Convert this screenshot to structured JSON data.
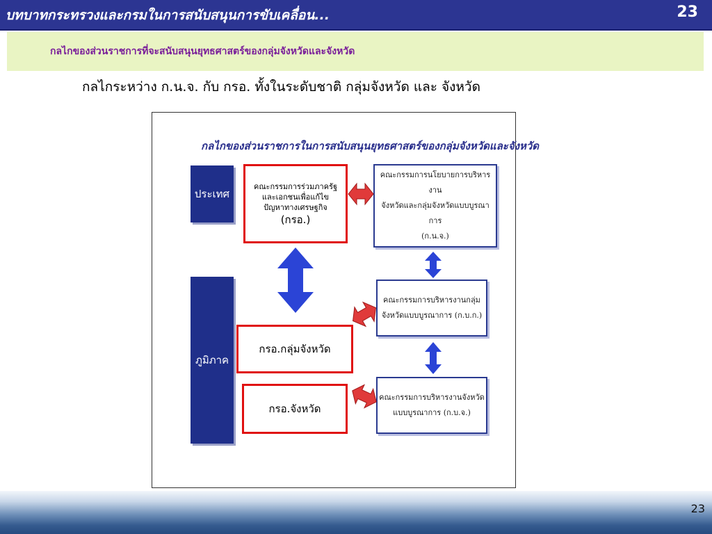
{
  "slide": {
    "header_title": "บทบาทกระทรวงและกรมในการสนับสนุนการขับเคลื่อน...",
    "header_page": "23",
    "subtitle": "กลไกของส่วนราชการที่จะสนับสนุนยุทธศาสตร์ของกลุ่มจังหวัดและจังหวัด",
    "heading": "กลไกระหว่าง ก.น.จ. กับ กรอ. ทั้งในระดับชาติ กลุ่มจังหวัด และ จังหวัด",
    "footer_page": "23"
  },
  "diagram": {
    "title": "กลไกของส่วนราชการในการสนับสนุนยุทธศาสตร์ของกลุ่มจังหวัดและจังหวัด",
    "regions": {
      "country": "ประเทศ",
      "region": "ภูมิภาค"
    },
    "kro_national": {
      "line1": "คณะกรรมการร่วมภาครัฐ",
      "line2": "และเอกชนเพื่อแก้ไข",
      "line3": "ปัญหาทางเศรษฐกิจ",
      "abbr": "(กรอ.)"
    },
    "kro_group": "กรอ.กลุ่มจังหวัด",
    "kro_province": "กรอ.จังหวัด",
    "knj": {
      "line1": "คณะกรรมการนโยบายการบริหารงาน",
      "line2": "จังหวัดและกลุ่มจังหวัดแบบบูรณาการ",
      "line3": "(ก.น.จ.)"
    },
    "kbk": {
      "line1": "คณะกรรมการบริหารงานกลุ่ม",
      "line2": "จังหวัดแบบบูรณาการ (ก.บ.ก.)"
    },
    "kbj": {
      "line1": "คณะกรรมการบริหารงานจังหวัด",
      "line2": "แบบบูรณาการ (ก.บ.จ.)"
    },
    "colors": {
      "region_bar": "#1f2f8a",
      "red_border": "#e01010",
      "blue_arrow": "#2b44d6",
      "red_arrow": "#e03a3a"
    }
  }
}
